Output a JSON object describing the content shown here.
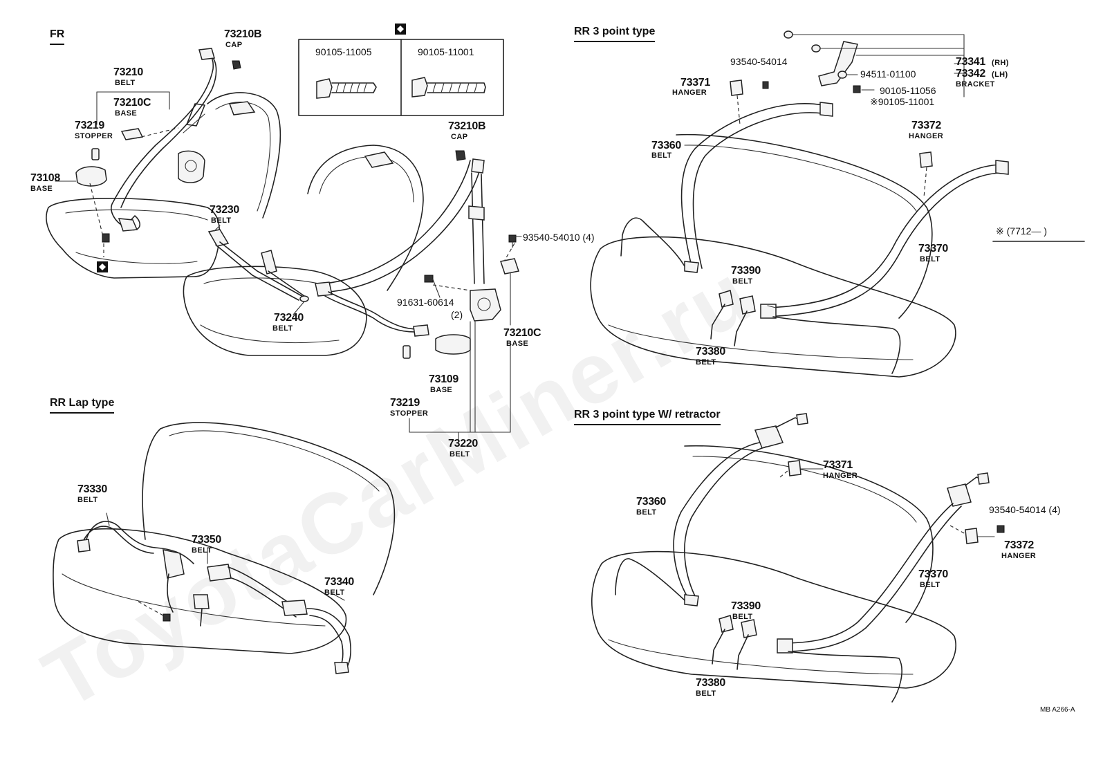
{
  "sections": {
    "fr": "FR",
    "rr3": "RR 3 point type",
    "rrlap": "RR  Lap type",
    "rr3ret": "RR 3 point type W/ retractor"
  },
  "fr_labels": {
    "p73210b_a": "73210B",
    "cap_a": "CAP",
    "p73210": "73210",
    "belt_73210": "BELT",
    "p73210c_a": "73210C",
    "base_a": "BASE",
    "p73219_a": "73219",
    "stopper_a": "STOPPER",
    "p73108": "73108",
    "base_73108": "BASE",
    "p73230": "73230",
    "belt_73230": "BELT",
    "p73240": "73240",
    "belt_73240": "BELT",
    "p73210b_b": "73210B",
    "cap_b": "CAP",
    "p93540_54010": "93540-54010 (4)",
    "p91631": "91631-60614",
    "p91631_qty": "(2)",
    "p73210c_b": "73210C",
    "base_b": "BASE",
    "p73109": "73109",
    "base_73109": "BASE",
    "p73219_b": "73219",
    "stopper_b": "STOPPER",
    "p73220": "73220",
    "belt_73220": "BELT"
  },
  "bolt_box": {
    "marker": "◆",
    "left": "90105-11005",
    "right": "90105-11001"
  },
  "rr3_labels": {
    "p93540_54014": "93540-54014",
    "p73371": "73371",
    "hanger_73371": "HANGER",
    "p73341": "73341",
    "rh": "(RH)",
    "p94511": "94511-01100",
    "p73342": "73342",
    "lh": "(LH)",
    "bracket": "BRACKET",
    "p90105_11056": "90105-11056",
    "p90105_11001": "※90105-11001",
    "p73360": "73360",
    "belt_73360": "BELT",
    "p73372": "73372",
    "hanger_73372": "HANGER",
    "note": "※ (7712—          )",
    "p73370": "73370",
    "belt_73370": "BELT",
    "p73390": "73390",
    "belt_73390": "BELT",
    "p73380": "73380",
    "belt_73380": "BELT"
  },
  "lap_labels": {
    "p73330": "73330",
    "belt_73330": "BELT",
    "p73350": "73350",
    "belt_73350": "BELT",
    "p73340": "73340",
    "belt_73340": "BELT"
  },
  "ret_labels": {
    "p73371": "73371",
    "hanger_73371": "HANGER",
    "p73360": "73360",
    "belt_73360": "BELT",
    "p93540_54014": "93540-54014 (4)",
    "p73372": "73372",
    "hanger_73372": "HANGER",
    "p73370": "73370",
    "belt_73370": "BELT",
    "p73390": "73390",
    "belt_73390": "BELT",
    "p73380": "73380",
    "belt_73380": "BELT"
  },
  "footer_ref": "MB  A266-A",
  "watermark": "ToyotaCarMiner.ru"
}
